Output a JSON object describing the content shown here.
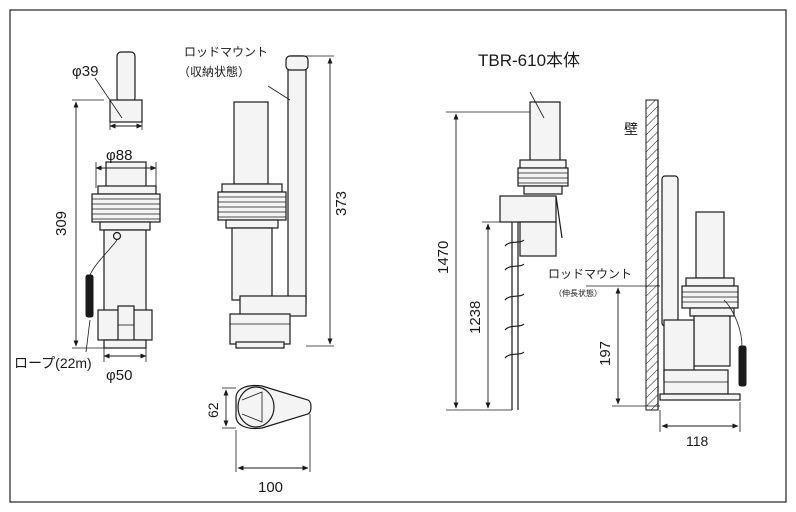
{
  "title": "TBR-610本体",
  "labels": {
    "phi39": "φ39",
    "phi88": "φ88",
    "phi50": "φ50",
    "rope": "ロープ(22m)",
    "rod_stored_1": "ロッドマウント",
    "rod_stored_2": "（収納状態）",
    "rod_ext_1": "ロッドマウント",
    "rod_ext_2": "（伸長状態）",
    "wall": "壁"
  },
  "dimensions": {
    "d309": "309",
    "d373": "373",
    "d62": "62",
    "d100": "100",
    "d1470": "1470",
    "d1238": "1238",
    "d197": "197",
    "d118": "118"
  }
}
